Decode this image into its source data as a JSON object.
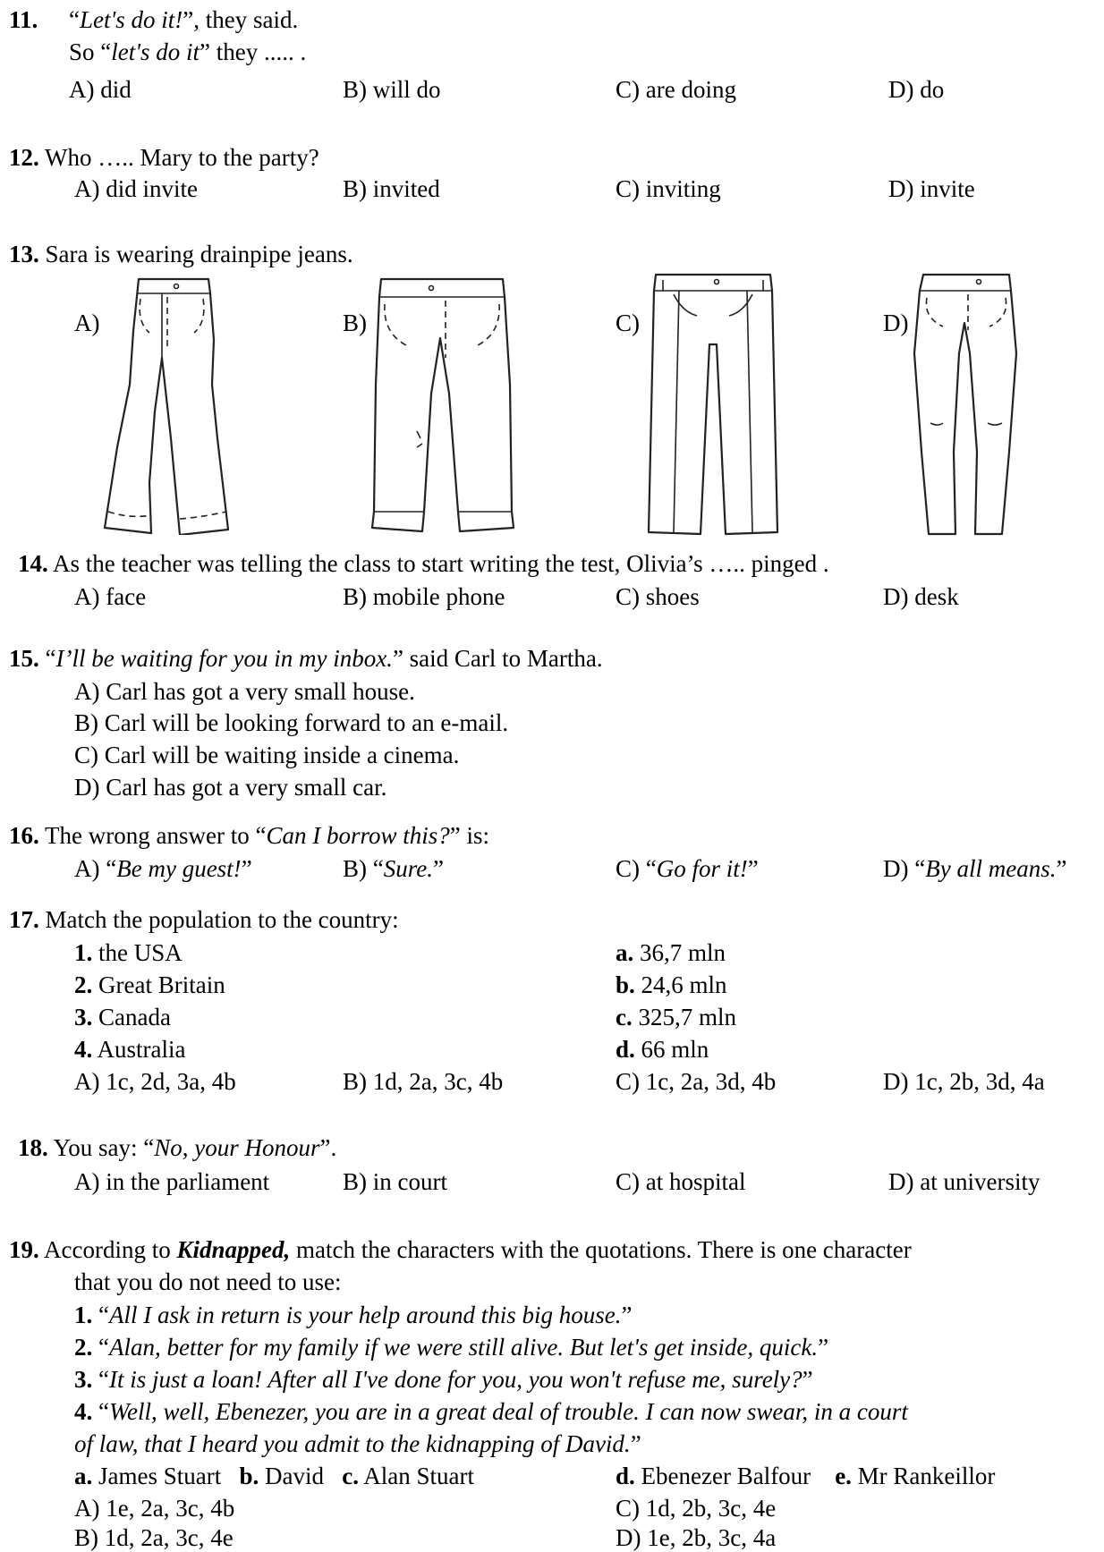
{
  "q11": {
    "number": "11.",
    "line1_quote_open": "“",
    "line1_italic": "Let's do it!",
    "line1_rest": "”, they said.",
    "line2_pre": "So “",
    "line2_italic": "let's do it",
    "line2_rest": "” they ..... .",
    "options": [
      "A) did",
      "B) will do",
      "C) are doing",
      "D) do"
    ]
  },
  "q12": {
    "number": "12.",
    "text": "Who ….. Mary to the party?",
    "options": [
      "A) did invite",
      "B) invited",
      "C) inviting",
      "D) invite"
    ]
  },
  "q13": {
    "number": "13.",
    "text": "Sara is wearing drainpipe jeans.",
    "image_labels": [
      "A)",
      "B)",
      "C)",
      "D)"
    ]
  },
  "q14": {
    "number": "14.",
    "text": "As the teacher was telling the class to start writing the test, Olivia’s ….. pinged .",
    "options": [
      "A) face",
      "B) mobile phone",
      "C) shoes",
      "D) desk"
    ]
  },
  "q15": {
    "number": "15.",
    "quote_open": "“",
    "italic": "I’ll be waiting for you in my inbox.",
    "rest": "” said Carl to Martha.",
    "options": [
      "A) Carl has got a very small house.",
      "B) Carl will be looking forward to an e-mail.",
      "C) Carl will be waiting inside a cinema.",
      "D) Carl has got a very small car."
    ]
  },
  "q16": {
    "number": "16.",
    "pre": "The wrong answer to “",
    "italic": "Can I borrow this?",
    "post": "” is:",
    "options": [
      {
        "prefix": "A) “",
        "italic": "Be my guest!",
        "suffix": "”"
      },
      {
        "prefix": "B) “",
        "italic": "Sure.",
        "suffix": "”"
      },
      {
        "prefix": "C) “",
        "italic": "Go for it!",
        "suffix": "”"
      },
      {
        "prefix": "D) “",
        "italic": "By all means.",
        "suffix": "”"
      }
    ]
  },
  "q17": {
    "number": "17.",
    "text": "Match the population to the country:",
    "countries": [
      {
        "key": "1.",
        "name": "the USA"
      },
      {
        "key": "2.",
        "name": "Great Britain"
      },
      {
        "key": "3.",
        "name": "Canada"
      },
      {
        "key": "4.",
        "name": "Australia"
      }
    ],
    "populations": [
      {
        "key": "a.",
        "value": "36,7 mln"
      },
      {
        "key": "b.",
        "value": "24,6 mln"
      },
      {
        "key": "c.",
        "value": "325,7 mln"
      },
      {
        "key": "d.",
        "value": "66 mln"
      }
    ],
    "options": [
      "A) 1c, 2d, 3a, 4b",
      "B) 1d, 2a, 3c, 4b",
      "C) 1c, 2a, 3d, 4b",
      "D) 1c, 2b, 3d, 4a"
    ]
  },
  "q18": {
    "number": "18.",
    "pre": "You say: “",
    "italic": "No, your Honour",
    "post": "”.",
    "options": [
      "A) in the parliament",
      "B) in court",
      "C) at hospital",
      "D) at university"
    ]
  },
  "q19": {
    "number": "19.",
    "pre": "According to ",
    "title": "Kidnapped,",
    "post": " match the characters with the quotations. There is one character",
    "line2": "that you do not need to use:",
    "quotes": [
      {
        "key": "1.",
        "text": "All I ask in return is your help around this big house."
      },
      {
        "key": "2.",
        "text": "Alan, better for my family if we were still alive. But let's get inside, quick."
      },
      {
        "key": "3.",
        "text": "It is just a loan! After all I've done for you, you won't refuse me, surely?"
      },
      {
        "key": "4.",
        "text": "Well, well, Ebenezer, you are in a great deal of trouble. I can now swear, in a court",
        "text2": "of law, that I heard you admit to the kidnapping of David."
      }
    ],
    "characters": [
      {
        "key": "a.",
        "name": "James Stuart"
      },
      {
        "key": "b.",
        "name": "David"
      },
      {
        "key": "c.",
        "name": "Alan Stuart"
      },
      {
        "key": "d.",
        "name": "Ebenezer Balfour"
      },
      {
        "key": "e.",
        "name": "Mr Rankeillor"
      }
    ],
    "options": [
      "A) 1e, 2a, 3c, 4b",
      "C) 1d, 2b, 3c, 4e",
      "B) 1d, 2a, 3c, 4e",
      "D) 1e, 2b, 3c, 4a"
    ]
  }
}
